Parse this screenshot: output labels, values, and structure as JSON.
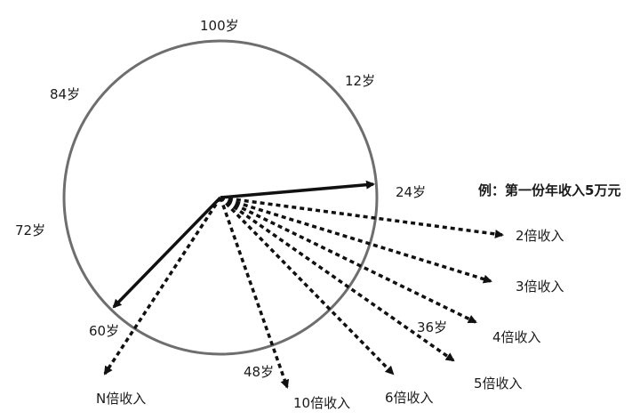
{
  "diagram": {
    "age_labels": {
      "a100": "100岁",
      "a12": "12岁",
      "a84": "84岁",
      "a24": "24岁",
      "a72": "72岁",
      "a60": "60岁",
      "a48": "48岁",
      "a36": "36岁"
    },
    "note": "例：第一份年收入5万元",
    "income_labels": {
      "x2": "2倍收入",
      "x3": "3倍收入",
      "x4": "4倍收入",
      "x5": "5倍收入",
      "x6": "6倍收入",
      "x10": "10倍收入",
      "xN": "N倍收入"
    },
    "colors": {
      "circle": "#6e6e6e",
      "arrow": "#111111",
      "text": "#1a1a1a"
    }
  }
}
